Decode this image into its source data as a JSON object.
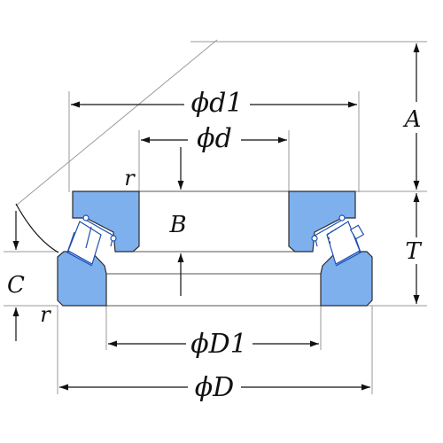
{
  "labels": {
    "d1": "ϕd1",
    "d": "ϕd",
    "D1": "ϕD1",
    "D": "ϕD",
    "A": "A",
    "B": "B",
    "T": "T",
    "C": "C",
    "r_top": "r",
    "r_bottom": "r"
  },
  "colors": {
    "ring_fill": "#7fb0ee",
    "ring_stroke": "#2b2b2b",
    "cage_stroke": "#1f4fb0",
    "line": "#222222",
    "light_line": "#9a9a9a"
  }
}
